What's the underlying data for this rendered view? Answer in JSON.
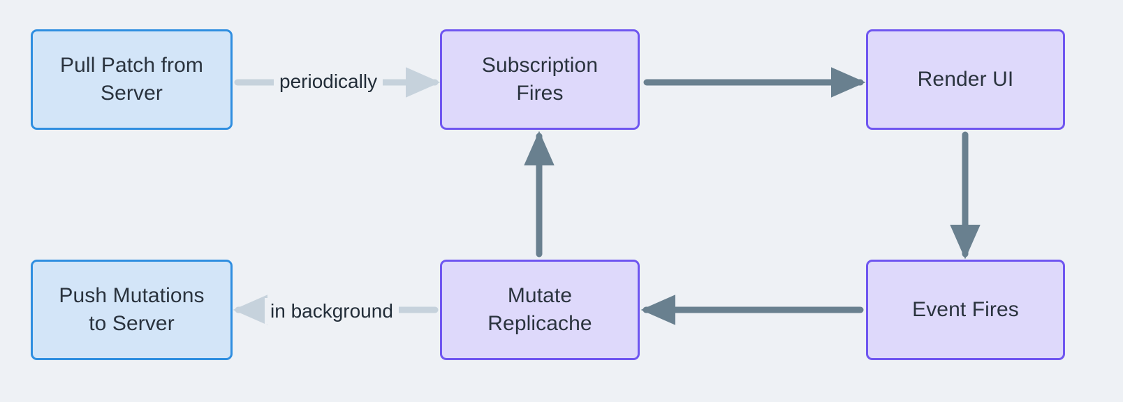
{
  "diagram": {
    "type": "flowchart",
    "background_color": "#eef1f5",
    "node_styles": {
      "blue": {
        "fill": "#d3e5f8",
        "stroke": "#2f8ee0"
      },
      "purple": {
        "fill": "#ded9fb",
        "stroke": "#6f56f0"
      }
    },
    "edge_colors": {
      "solid": "#69808f",
      "faded": "#c6d2dc"
    },
    "text_color": "#2a333e",
    "nodes": [
      {
        "id": "pull-patch",
        "label": "Pull Patch from\nServer",
        "style": "blue"
      },
      {
        "id": "subscription",
        "label": "Subscription\nFires",
        "style": "purple"
      },
      {
        "id": "render-ui",
        "label": "Render UI",
        "style": "purple"
      },
      {
        "id": "push-mutations",
        "label": "Push Mutations\nto Server",
        "style": "blue"
      },
      {
        "id": "mutate",
        "label": "Mutate\nReplicache",
        "style": "purple"
      },
      {
        "id": "event-fires",
        "label": "Event Fires",
        "style": "purple"
      }
    ],
    "edges": [
      {
        "id": "pull-to-subscription",
        "from": "pull-patch",
        "to": "subscription",
        "label": "periodically",
        "direction": "right",
        "color": "#c6d2dc"
      },
      {
        "id": "subscription-to-render",
        "from": "subscription",
        "to": "render-ui",
        "label": "",
        "direction": "right",
        "color": "#69808f"
      },
      {
        "id": "render-to-event",
        "from": "render-ui",
        "to": "event-fires",
        "label": "",
        "direction": "down",
        "color": "#69808f"
      },
      {
        "id": "event-to-mutate",
        "from": "event-fires",
        "to": "mutate",
        "label": "",
        "direction": "left",
        "color": "#69808f"
      },
      {
        "id": "mutate-to-subscription",
        "from": "mutate",
        "to": "subscription",
        "label": "",
        "direction": "up",
        "color": "#69808f"
      },
      {
        "id": "mutate-to-push",
        "from": "mutate",
        "to": "push-mutations",
        "label": "in background",
        "direction": "left",
        "color": "#c6d2dc"
      }
    ]
  }
}
